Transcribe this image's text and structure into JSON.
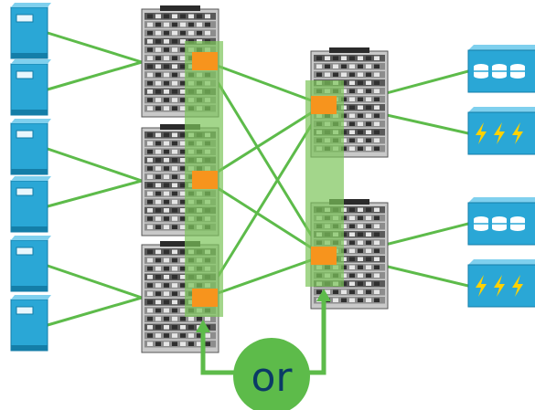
{
  "diagram": {
    "or_label": "or",
    "colors": {
      "link": "#5dbb4a",
      "highlight": "#7cc55a",
      "port": "#f7941d",
      "server_body": "#2aa7d6",
      "server_dark": "#147ea8",
      "chassis_dark": "#3a3a3a",
      "chassis_light": "#c9c9c9"
    },
    "hosts_left_count": 6,
    "access_switches_count": 3,
    "aggregation_switches_count": 2,
    "right_devices": [
      {
        "type": "storage",
        "icon": "database-icon"
      },
      {
        "type": "power",
        "icon": "lightning-icon"
      },
      {
        "type": "storage",
        "icon": "database-icon"
      },
      {
        "type": "power",
        "icon": "lightning-icon"
      }
    ]
  }
}
